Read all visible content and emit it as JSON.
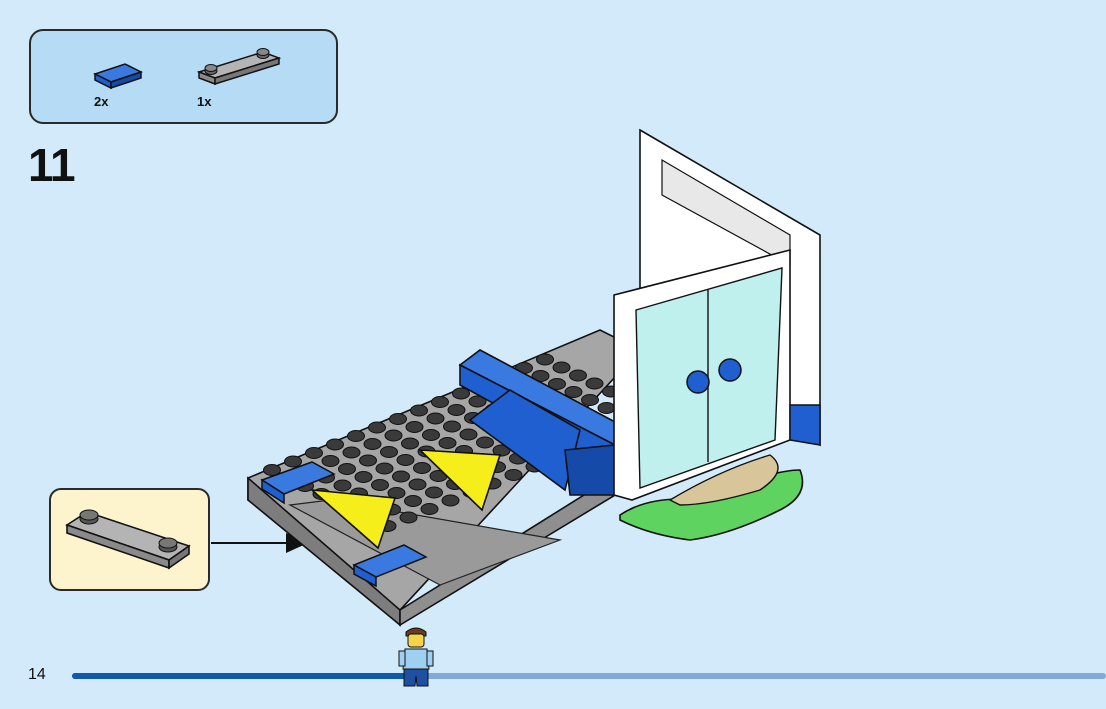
{
  "parts_list": {
    "items": [
      {
        "part": "blue-tile-1x2",
        "quantity": "2x",
        "color": "#1f5fd0"
      },
      {
        "part": "gray-plate-1x4",
        "quantity": "1x",
        "color": "#9c9c9c"
      }
    ]
  },
  "step": {
    "number": "11"
  },
  "page": {
    "number": "14",
    "progress": 0.325
  },
  "colors": {
    "background": "#d3eafa",
    "parts_box": "#b6dbf5",
    "callout": "#fdf3cc",
    "brick_gray": "#9c9c9c",
    "stud_dark": "#3a3a3a",
    "brick_blue": "#1f5fd0",
    "brick_yellow": "#f5ee1a",
    "brick_green": "#5fd35f",
    "glass": "#bff0ee",
    "progress_fill": "#0e5aa8",
    "progress_track": "#80abd8"
  },
  "icons": [
    "blue-tile-icon",
    "gray-plate-icon",
    "pointer-arrow-icon",
    "minifigure-icon"
  ]
}
